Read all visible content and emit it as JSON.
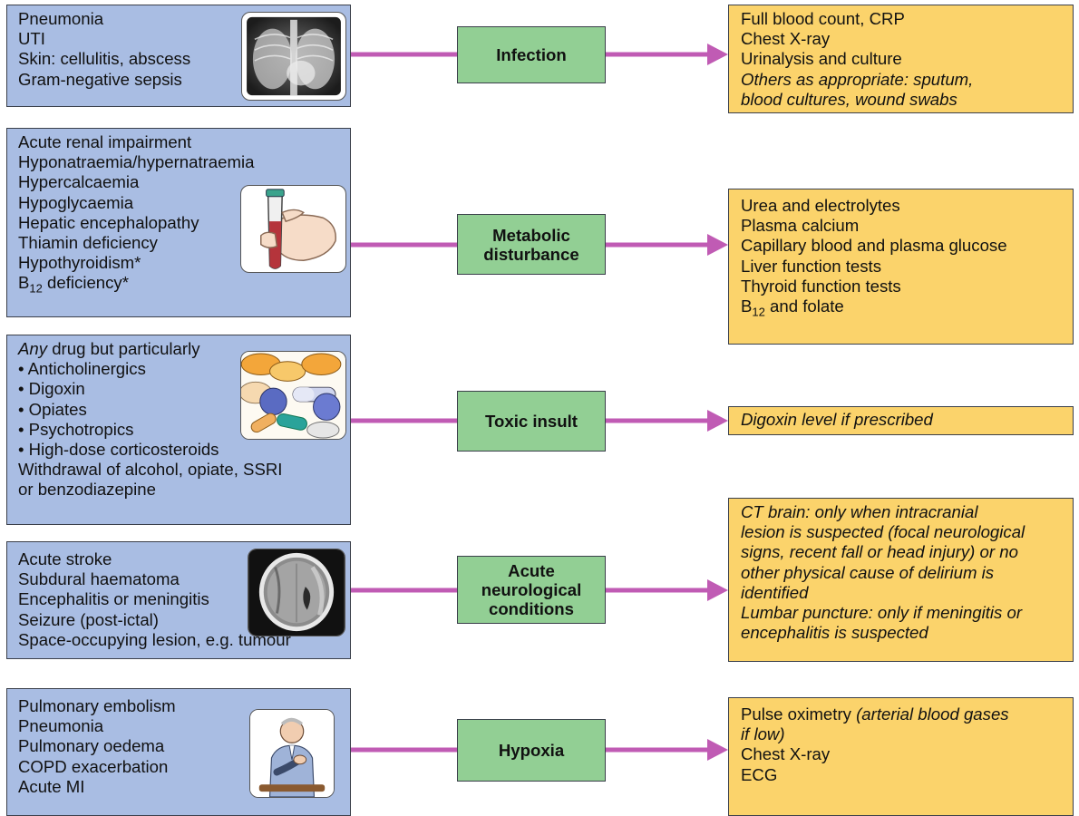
{
  "rows": [
    {
      "causes": [
        "Pneumonia",
        "UTI",
        "Skin: cellulitis, abscess",
        "Gram-negative sepsis"
      ],
      "image": "chest-xray",
      "category": [
        "Infection"
      ],
      "investigations": [
        "Full blood count, CRP",
        "Chest X-ray",
        "Urinalysis and culture",
        "Others as appropriate: sputum,",
        "blood cultures, wound swabs"
      ]
    },
    {
      "causes": [
        "Acute renal impairment",
        "Hyponatraemia/hypernatraemia",
        "Hypercalcaemia",
        "Hypoglycaemia",
        "Hepatic encephalopathy",
        "Thiamin deficiency",
        "Hypothyroidism*",
        "B",
        "12",
        " deficiency*"
      ],
      "image": "blood-test-tube",
      "category": [
        "Metabolic",
        "disturbance"
      ],
      "investigations": [
        "Urea and electrolytes",
        "Plasma calcium",
        "Capillary blood and plasma glucose",
        "Liver function tests",
        "Thyroid function tests",
        "B",
        "12",
        " and folate"
      ]
    },
    {
      "causes": [
        "Any",
        " drug but particularly",
        "• Anticholinergics",
        "• Digoxin",
        "• Opiates",
        "• Psychotropics",
        "• High-dose corticosteroids",
        "Withdrawal of alcohol, opiate, SSRI",
        "or benzodiazepine"
      ],
      "image": "drug-capsules",
      "category": [
        "Toxic insult"
      ],
      "investigations": [
        "Digoxin level if prescribed"
      ]
    },
    {
      "causes": [
        "Acute stroke",
        "Subdural haematoma",
        "Encephalitis or meningitis",
        "Seizure (post-ictal)",
        "Space-occupying lesion, e.g. tumour"
      ],
      "image": "ct-brain-scan",
      "category": [
        "Acute",
        "neurological",
        "conditions"
      ],
      "investigations": [
        "CT brain: only when intracranial",
        "lesion is suspected (focal neurological",
        "signs, recent fall or head injury) or no",
        "other physical cause of delirium is",
        "identified",
        "Lumbar puncture: only if meningitis or",
        "encephalitis is suspected"
      ]
    },
    {
      "causes": [
        "Pulmonary embolism",
        "Pneumonia",
        "Pulmonary oedema",
        "COPD exacerbation",
        "Acute MI"
      ],
      "image": "man-chest-pain",
      "category": [
        "Hypoxia"
      ],
      "investigations": [
        "Pulse oximetry ",
        "(arterial blood gases",
        "if low)",
        "Chest X-ray",
        "ECG"
      ]
    }
  ],
  "colors": {
    "cause_box": "#a9bde3",
    "category_box": "#92cf94",
    "investigation_box": "#fbd36b",
    "arrow": "#c05bb4"
  }
}
